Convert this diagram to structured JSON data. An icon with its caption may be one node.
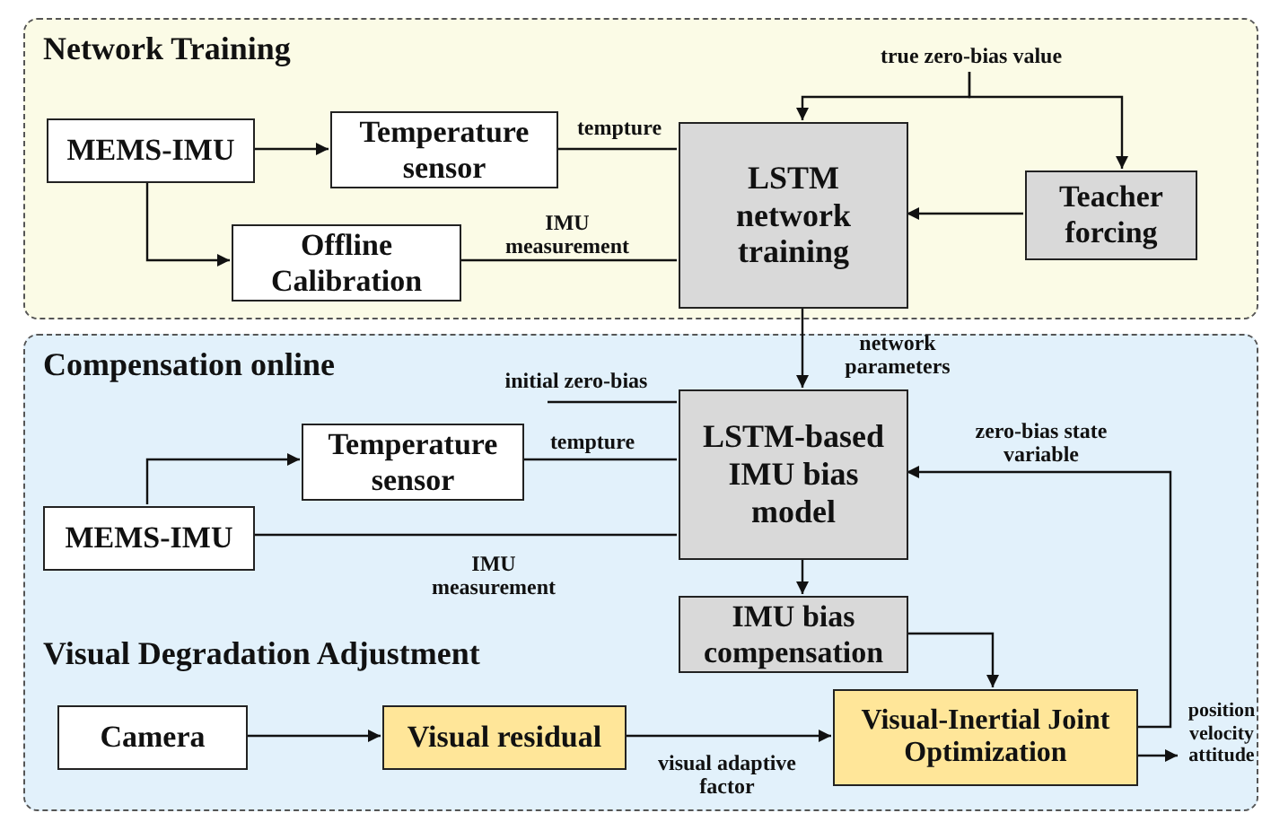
{
  "diagram": {
    "nodes": [
      {
        "text": [
          "Network Training"
        ]
      },
      {
        "text": [
          "MEMS-IMU"
        ],
        "in": 0
      },
      {
        "text": [
          "Temperature sensor"
        ],
        "in": 0
      },
      {
        "text": [
          "Offline Calibration"
        ],
        "in": 0
      },
      {
        "text": [
          "true zero-bias value"
        ],
        "in": 0
      },
      {
        "text": [
          "LSTM network training"
        ],
        "in": 0
      },
      {
        "text": [
          "Teacher forcing"
        ],
        "in": 0
      },
      {
        "text": [
          "Compensation online"
        ]
      },
      {
        "text": [
          "initial zero-bias"
        ],
        "in": 7
      },
      {
        "text": [
          "Temperature sensor"
        ],
        "in": 7
      },
      {
        "text": [
          "MEMS-IMU"
        ],
        "in": 7
      },
      {
        "text": [
          "LSTM-based IMU bias model"
        ],
        "in": 7
      },
      {
        "text": [
          "IMU bias compensation"
        ],
        "in": 7
      },
      {
        "text": [
          "Camera"
        ],
        "in": 7
      },
      {
        "text": [
          "Visual residual"
        ],
        "in": 7
      },
      {
        "text": [
          "Visual-Inertial Joint Optimization"
        ],
        "in": 7
      },
      {
        "text": [
          "position velocity attitude"
        ],
        "in": 7
      }
    ],
    "edges": [
      {
        "from": 1,
        "to": 2,
        "arrow": "to"
      },
      {
        "from": 1,
        "to": 3,
        "arrow": "to"
      },
      {
        "from": 2,
        "to": 5,
        "arrow": "none",
        "label": "tempture"
      },
      {
        "from": 3,
        "to": 5,
        "arrow": "none",
        "label": "IMU measurement"
      },
      {
        "from": 4,
        "to": 5,
        "arrow": "to"
      },
      {
        "from": 4,
        "to": 6,
        "arrow": "to"
      },
      {
        "from": 6,
        "to": 5,
        "arrow": "to"
      },
      {
        "from": 5,
        "to": 11,
        "arrow": "to",
        "label": "network parameters"
      },
      {
        "from": 8,
        "to": 11,
        "arrow": "none"
      },
      {
        "from": 10,
        "to": 9,
        "arrow": "to"
      },
      {
        "from": 9,
        "to": 11,
        "arrow": "none",
        "label": "tempture"
      },
      {
        "from": 10,
        "to": 11,
        "arrow": "none",
        "label": "IMU measurement"
      },
      {
        "from": 11,
        "to": 12,
        "arrow": "to"
      },
      {
        "from": 12,
        "to": 15,
        "arrow": "to"
      },
      {
        "from": 13,
        "to": 14,
        "arrow": "to"
      },
      {
        "from": 14,
        "to": 15,
        "arrow": "to",
        "label": "visual adaptive factor"
      },
      {
        "from": 15,
        "to": 11,
        "arrow": "to",
        "label": "zero-bias state variable"
      },
      {
        "from": 15,
        "to": 16,
        "arrow": "to"
      }
    ],
    "labels": [
      "Visual Degradation Adjustment"
    ]
  }
}
